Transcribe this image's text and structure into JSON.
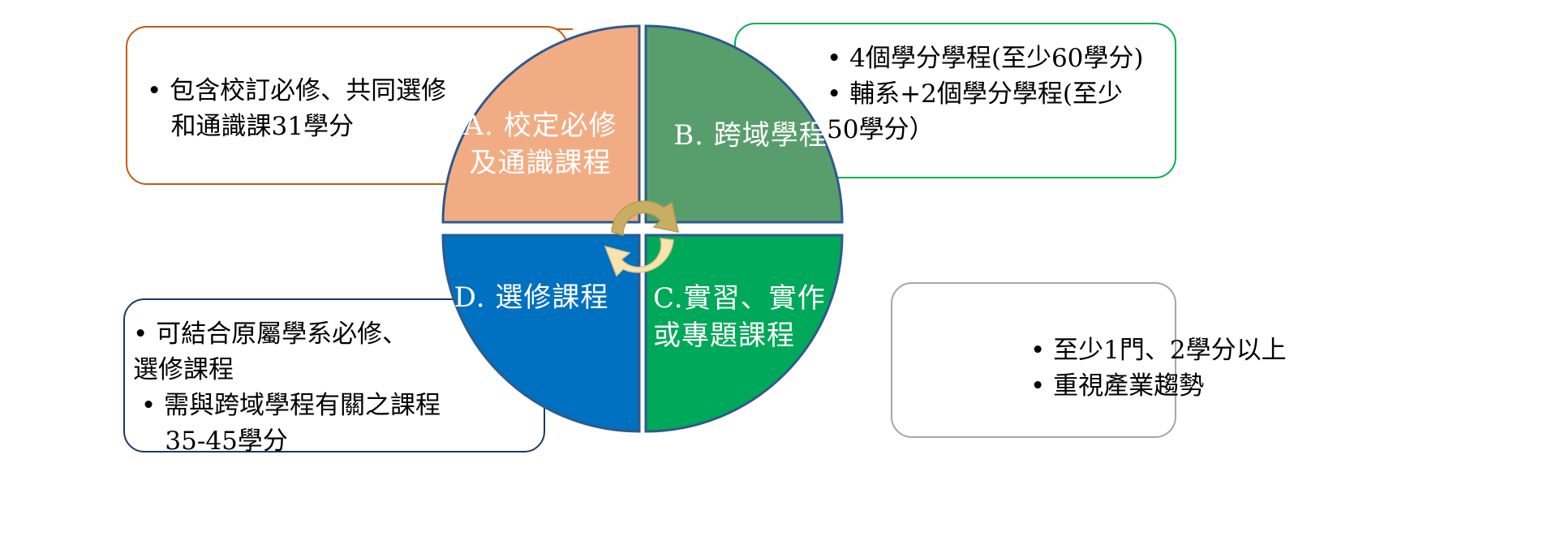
{
  "diagram": {
    "type": "four-quadrant-pie-with-callouts",
    "title_visible": false,
    "colors": {
      "quadrant_a_fill": "#F2AC84",
      "quadrant_b_fill": "#589E6D",
      "quadrant_c_fill": "#00A859",
      "quadrant_d_fill": "#0070C0",
      "quadrant_stroke": "#2E5A8C",
      "callout_a_border": "#C55A11",
      "callout_b_border": "#00B050",
      "callout_c_border": "#A6A6A6",
      "callout_d_border": "#1F3864",
      "arrow_fill_top": "#C8AE63",
      "arrow_fill_bottom": "#FBE3B0",
      "label_text": "#FFFFFF",
      "body_text": "#000000",
      "bullet_navy": "#1F3864",
      "bullet_black": "#000000"
    }
  },
  "quadrants": {
    "a": {
      "id": "A",
      "label": "A. 校定必修\n及通識課程",
      "fill": "#F2AC84"
    },
    "b": {
      "id": "B",
      "label": "B. 跨域學程",
      "fill": "#589E6D"
    },
    "c": {
      "id": "C",
      "label": "C.實習、實作\n或專題課程",
      "fill": "#00A859"
    },
    "d": {
      "id": "D",
      "label": "D. 選修課程",
      "fill": "#0070C0"
    }
  },
  "callouts": {
    "a": {
      "name": "校定必修及通識課程說明",
      "border_color": "#C55A11",
      "bullets": [
        "包含校訂必修、共同選修和通識課31學分"
      ],
      "text": "• 包含校訂必修、共同選修\n   和通識課31學分"
    },
    "b": {
      "name": "跨域學程說明",
      "border_color": "#00B050",
      "bullets": [
        "4個學分學程(至少60學分)",
        "輔系+2個學分學程(至少50學分）"
      ],
      "text": "• 4個學分學程(至少60學分)\n• 輔系+2個學分學程(至少\n50學分）"
    },
    "c": {
      "name": "實習實作或專題課程說明",
      "border_color": "#A6A6A6",
      "bullets": [
        "至少1門、2學分以上",
        "重視產業趨勢"
      ],
      "text": "• 至少1門、2學分以上\n• 重視產業趨勢"
    },
    "d": {
      "name": "選修課程說明",
      "border_color": "#1F3864",
      "bullets": [
        "可結合原屬學系必修、選修課程",
        "需與跨域學程有關之課程35-45學分"
      ],
      "text": "• 可結合原屬學系必修、\n選修課程\n • 需與跨域學程有關之課程\n    35-45學分"
    }
  },
  "arrows": {
    "upper": {
      "name": "curved-arrow-down-right",
      "fill": "#C8AE63"
    },
    "lower": {
      "name": "curved-arrow-up-left",
      "fill": "#FBE3B0"
    }
  }
}
